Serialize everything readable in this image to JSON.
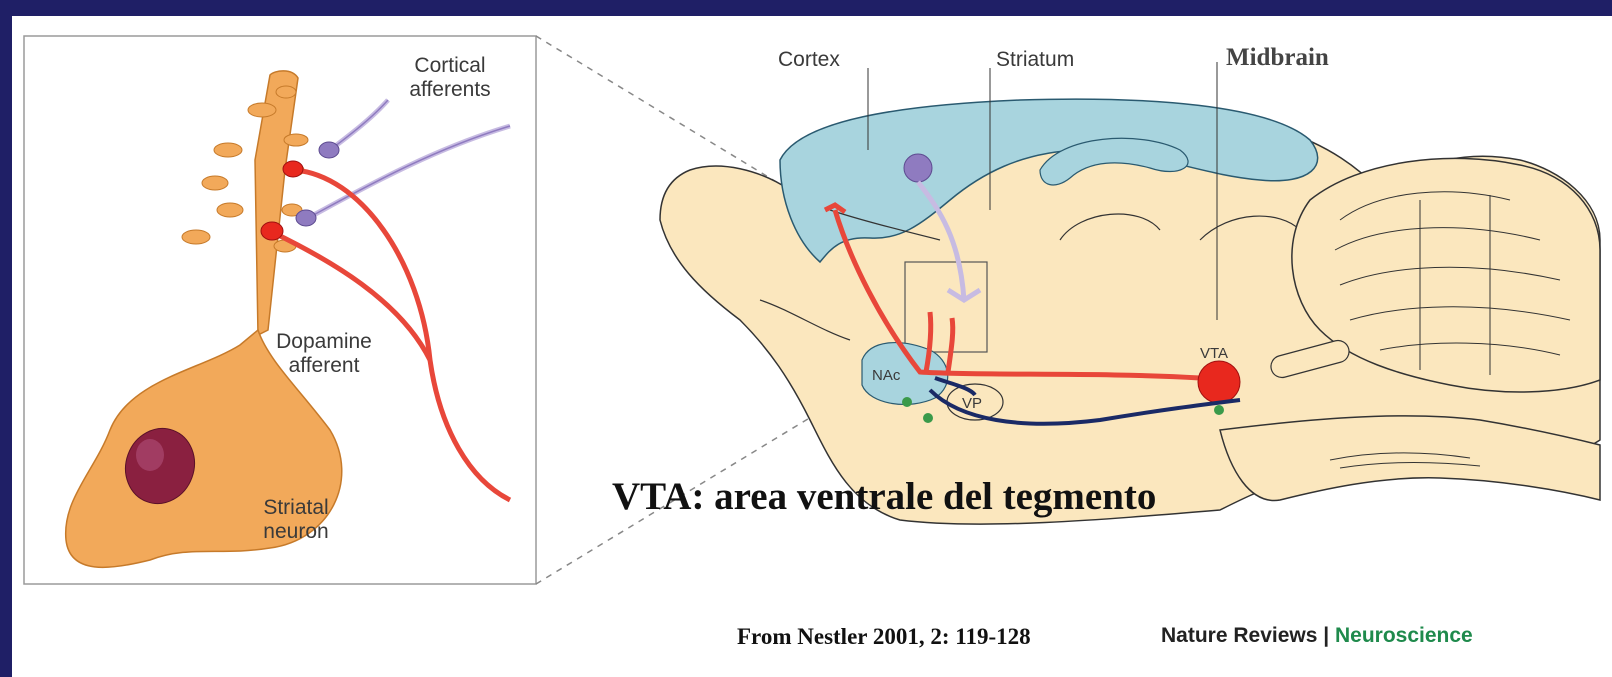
{
  "colors": {
    "background_frame": "#1f1f66",
    "slide_background": "#ffffff",
    "cortex_blue": "#a8d4de",
    "brain_tissue": "#fbe7be",
    "neuron_orange": "#f2a95a",
    "dopamine_red": "#e8473a",
    "cortical_purple": "#8f7bc0",
    "nucleus_maroon": "#8a2040",
    "vp_pathway_navy": "#1a2a66",
    "gaba_green": "#3a9a4a",
    "journal_green": "#1f8a4c"
  },
  "inset": {
    "labels": {
      "cortical_afferents": [
        "Cortical",
        "afferents"
      ],
      "dopamine_afferent": [
        "Dopamine",
        "afferent"
      ],
      "striatal_neuron": [
        "Striatal",
        "neuron"
      ]
    }
  },
  "brain": {
    "labels": {
      "cortex": "Cortex",
      "striatum": "Striatum",
      "midbrain": "Midbrain",
      "vta": "VTA",
      "nac": "NAc",
      "vp": "VP"
    }
  },
  "caption": "VTA: area ventrale del tegmento",
  "source": "From Nestler 2001, 2: 119-128",
  "journal": {
    "name": "Nature Reviews",
    "separator": "|",
    "section": "Neuroscience"
  }
}
